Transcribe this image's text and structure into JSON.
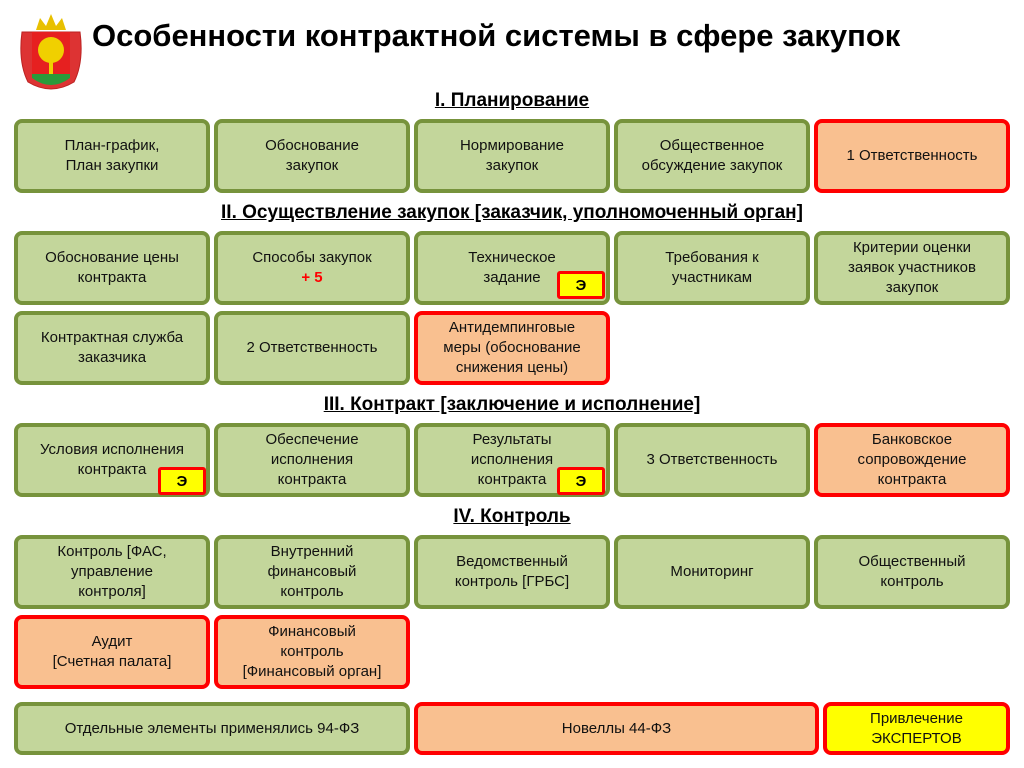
{
  "title": "Особенности контрактной системы в сфере закупок",
  "sections": [
    "I. Планирование",
    "II. Осуществление закупок [заказчик, уполномоченный орган]",
    "III. Контракт [заключение и исполнение]",
    "IV. Контроль"
  ],
  "s1": [
    "План-график,\nПлан закупки",
    "Обоснование\nзакупок",
    "Нормирование\nзакупок",
    "Общественное\nобсуждение закупок",
    "1 Ответственность"
  ],
  "s2": [
    "Обоснование цены\nконтракта",
    "Способы закупок",
    "+ 5",
    "Техническое\nзадание",
    "Требования к\nучастникам",
    "Критерии оценки\nзаявок участников\nзакупок",
    "Контрактная служба\nзаказчика",
    "2 Ответственность",
    "Антидемпинговые\nмеры (обоснование\nснижения цены)"
  ],
  "s3": [
    "Условия исполнения\nконтракта",
    "Обеспечение\nисполнения\nконтракта",
    "Результаты\nисполнения\nконтракта",
    "3 Ответственность",
    "Банковское\nсопровождение\nконтракта"
  ],
  "s4": [
    "Контроль  [ФАС,\nуправление\nконтроля]",
    "Внутренний\nфинансовый\nконтроль",
    "Ведомственный\nконтроль [ГРБС]",
    "Мониторинг",
    "Общественный\nконтроль",
    "Аудит\n[Счетная палата]",
    "Финансовый\nконтроль\n[Финансовый орган]"
  ],
  "footer": [
    "Отдельные элементы применялись 94-ФЗ",
    "Новеллы 44-ФЗ",
    "Привлечение\nЭКСПЕРТОВ"
  ],
  "badge": "Э",
  "colors": {
    "green": "#c3d69b",
    "green_border": "#77933c",
    "orange": "#f9c090",
    "red": "#ff0000",
    "yellow": "#ffff00"
  }
}
